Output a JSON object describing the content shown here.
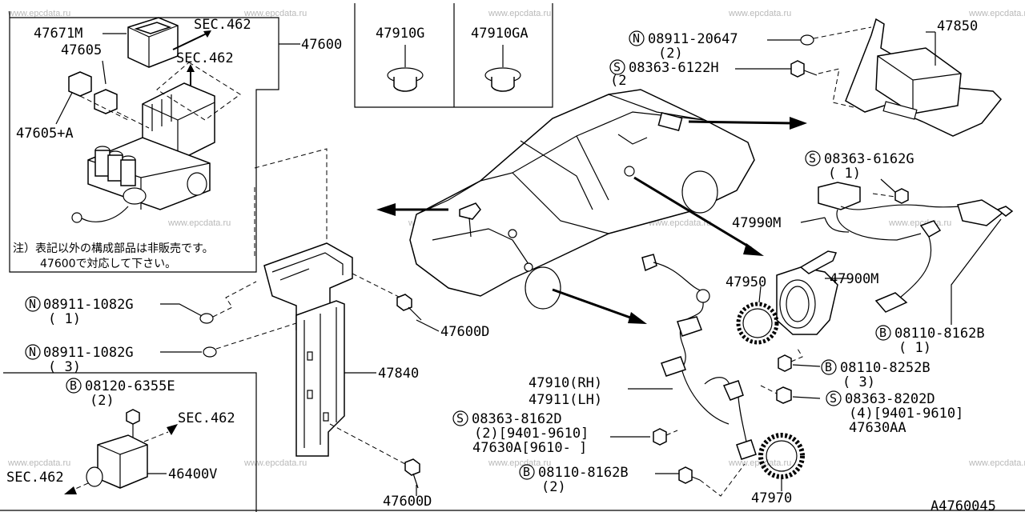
{
  "watermark": "www.epcdata.ru",
  "frame": {
    "inset_parts": [
      "47910G",
      "47910GA"
    ]
  },
  "callouts": {
    "c47671M": "47671M",
    "c47605": "47605",
    "c47605A": "47605+A",
    "c47600": "47600",
    "sec1": "SEC.462",
    "sec2": "SEC.462",
    "sec3": "SEC.462",
    "sec4": "SEC.462",
    "c08911a_sym": "N",
    "c08911a": "08911-1082G",
    "c08911a_q": "( 1)",
    "c08911b_sym": "N",
    "c08911b": "08911-1082G",
    "c08911b_q": "( 3)",
    "c47600D_1": "47600D",
    "c47600D_2": "47600D",
    "c47840": "47840",
    "c08120_sym": "B",
    "c08120": "08120-6355E",
    "c08120_q": "(2)",
    "c46400V": "46400V",
    "c08911t_sym": "N",
    "c08911t": "08911-20647",
    "c08911t_q": "(2)",
    "c08363h_sym": "S",
    "c08363h": "08363-6122H",
    "c08363h_q": "(2",
    "c47850": "47850",
    "c08363g_sym": "S",
    "c08363g": "08363-6162G",
    "c08363g_q": "( 1)",
    "c47990M": "47990M",
    "c47950": "47950",
    "c47900M": "47900M",
    "c08110r_sym": "B",
    "c08110r": "08110-8162B",
    "c08110r_q": "( 1)",
    "c08110m_sym": "B",
    "c08110m": "08110-8252B",
    "c08110m_q": "( 3)",
    "c47910": "47910(RH)",
    "c47911": "47911(LH)",
    "c08363d_sym": "S",
    "c08363d": "08363-8202D",
    "c08363d_q": "(4)[9401-9610]",
    "c47630AA": "47630AA",
    "c08363e_sym": "S",
    "c08363e": "08363-8162D",
    "c08363e_q": "(2)[9401-9610]",
    "c47630A": "47630A[9610-     ]",
    "c08110b_sym": "B",
    "c08110b": "08110-8162B",
    "c08110b_q": "(2)",
    "c47970": "47970",
    "diagram_id": "A4760045"
  },
  "note": {
    "line1": "注）表記以外の構成部品は非販売です。",
    "line2": "47600で対応して下さい。"
  }
}
